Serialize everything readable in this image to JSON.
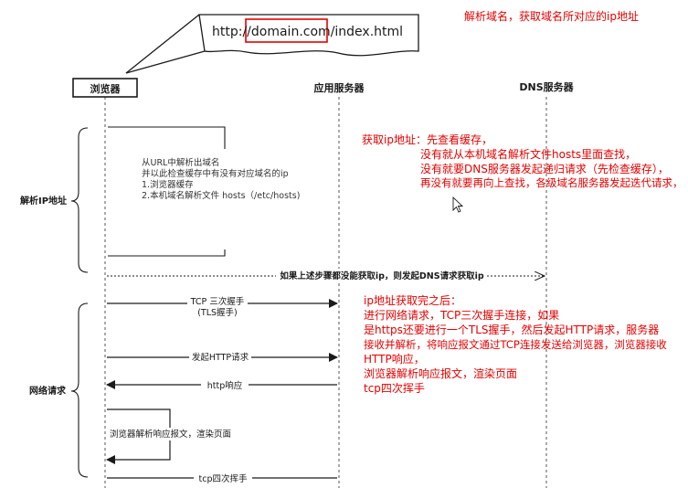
{
  "url_bar": {
    "prefix": "http://",
    "domain": "domain.com",
    "path": "/index.html"
  },
  "top_note": "解析域名，获取域名所对应的ip地址",
  "actors": {
    "browser": "浏览器",
    "app_server": "应用服务器",
    "dns_server": "DNS服务器"
  },
  "brackets": {
    "parse_ip": "解析IP地址",
    "network": "网络请求"
  },
  "parse_box": {
    "lines": [
      "从URL中解析出域名",
      "并以此检查缓存中有没有对应域名的ip",
      "1.浏览器缓存",
      "2.本机域名解析文件 hosts（/etc/hosts)"
    ]
  },
  "dns_request_label": "如果上述步骤都没能获取ip，则发起DNS请求获取ip",
  "red_note_1": {
    "lines": [
      "获取ip地址：先查看缓存，",
      "没有就从本机域名解析文件hosts里面查找，",
      "没有就要DNS服务器发起递归请求（先检查缓存），",
      "再没有就要再向上查找，各级域名服务器发起迭代请求，"
    ]
  },
  "messages": {
    "tcp_handshake_1": "TCP 三次握手",
    "tcp_handshake_2": "(TLS握手)",
    "http_request": "发起HTTP请求",
    "http_response": "http响应",
    "render": "浏览器解析响应报文，渲染页面",
    "tcp_wave": "tcp四次挥手"
  },
  "red_note_2": {
    "lines": [
      "ip地址获取完之后：",
      "进行网络请求，TCP三次握手连接，如果",
      "是https还要进行一个TLS握手，然后发起HTTP请求，服务器",
      "接收并解析，将响应报文通过TCP连接发送给浏览器，浏览器接收",
      "HTTP响应，",
      "浏览器解析响应报文，渲染页面",
      "tcp四次挥手"
    ]
  }
}
